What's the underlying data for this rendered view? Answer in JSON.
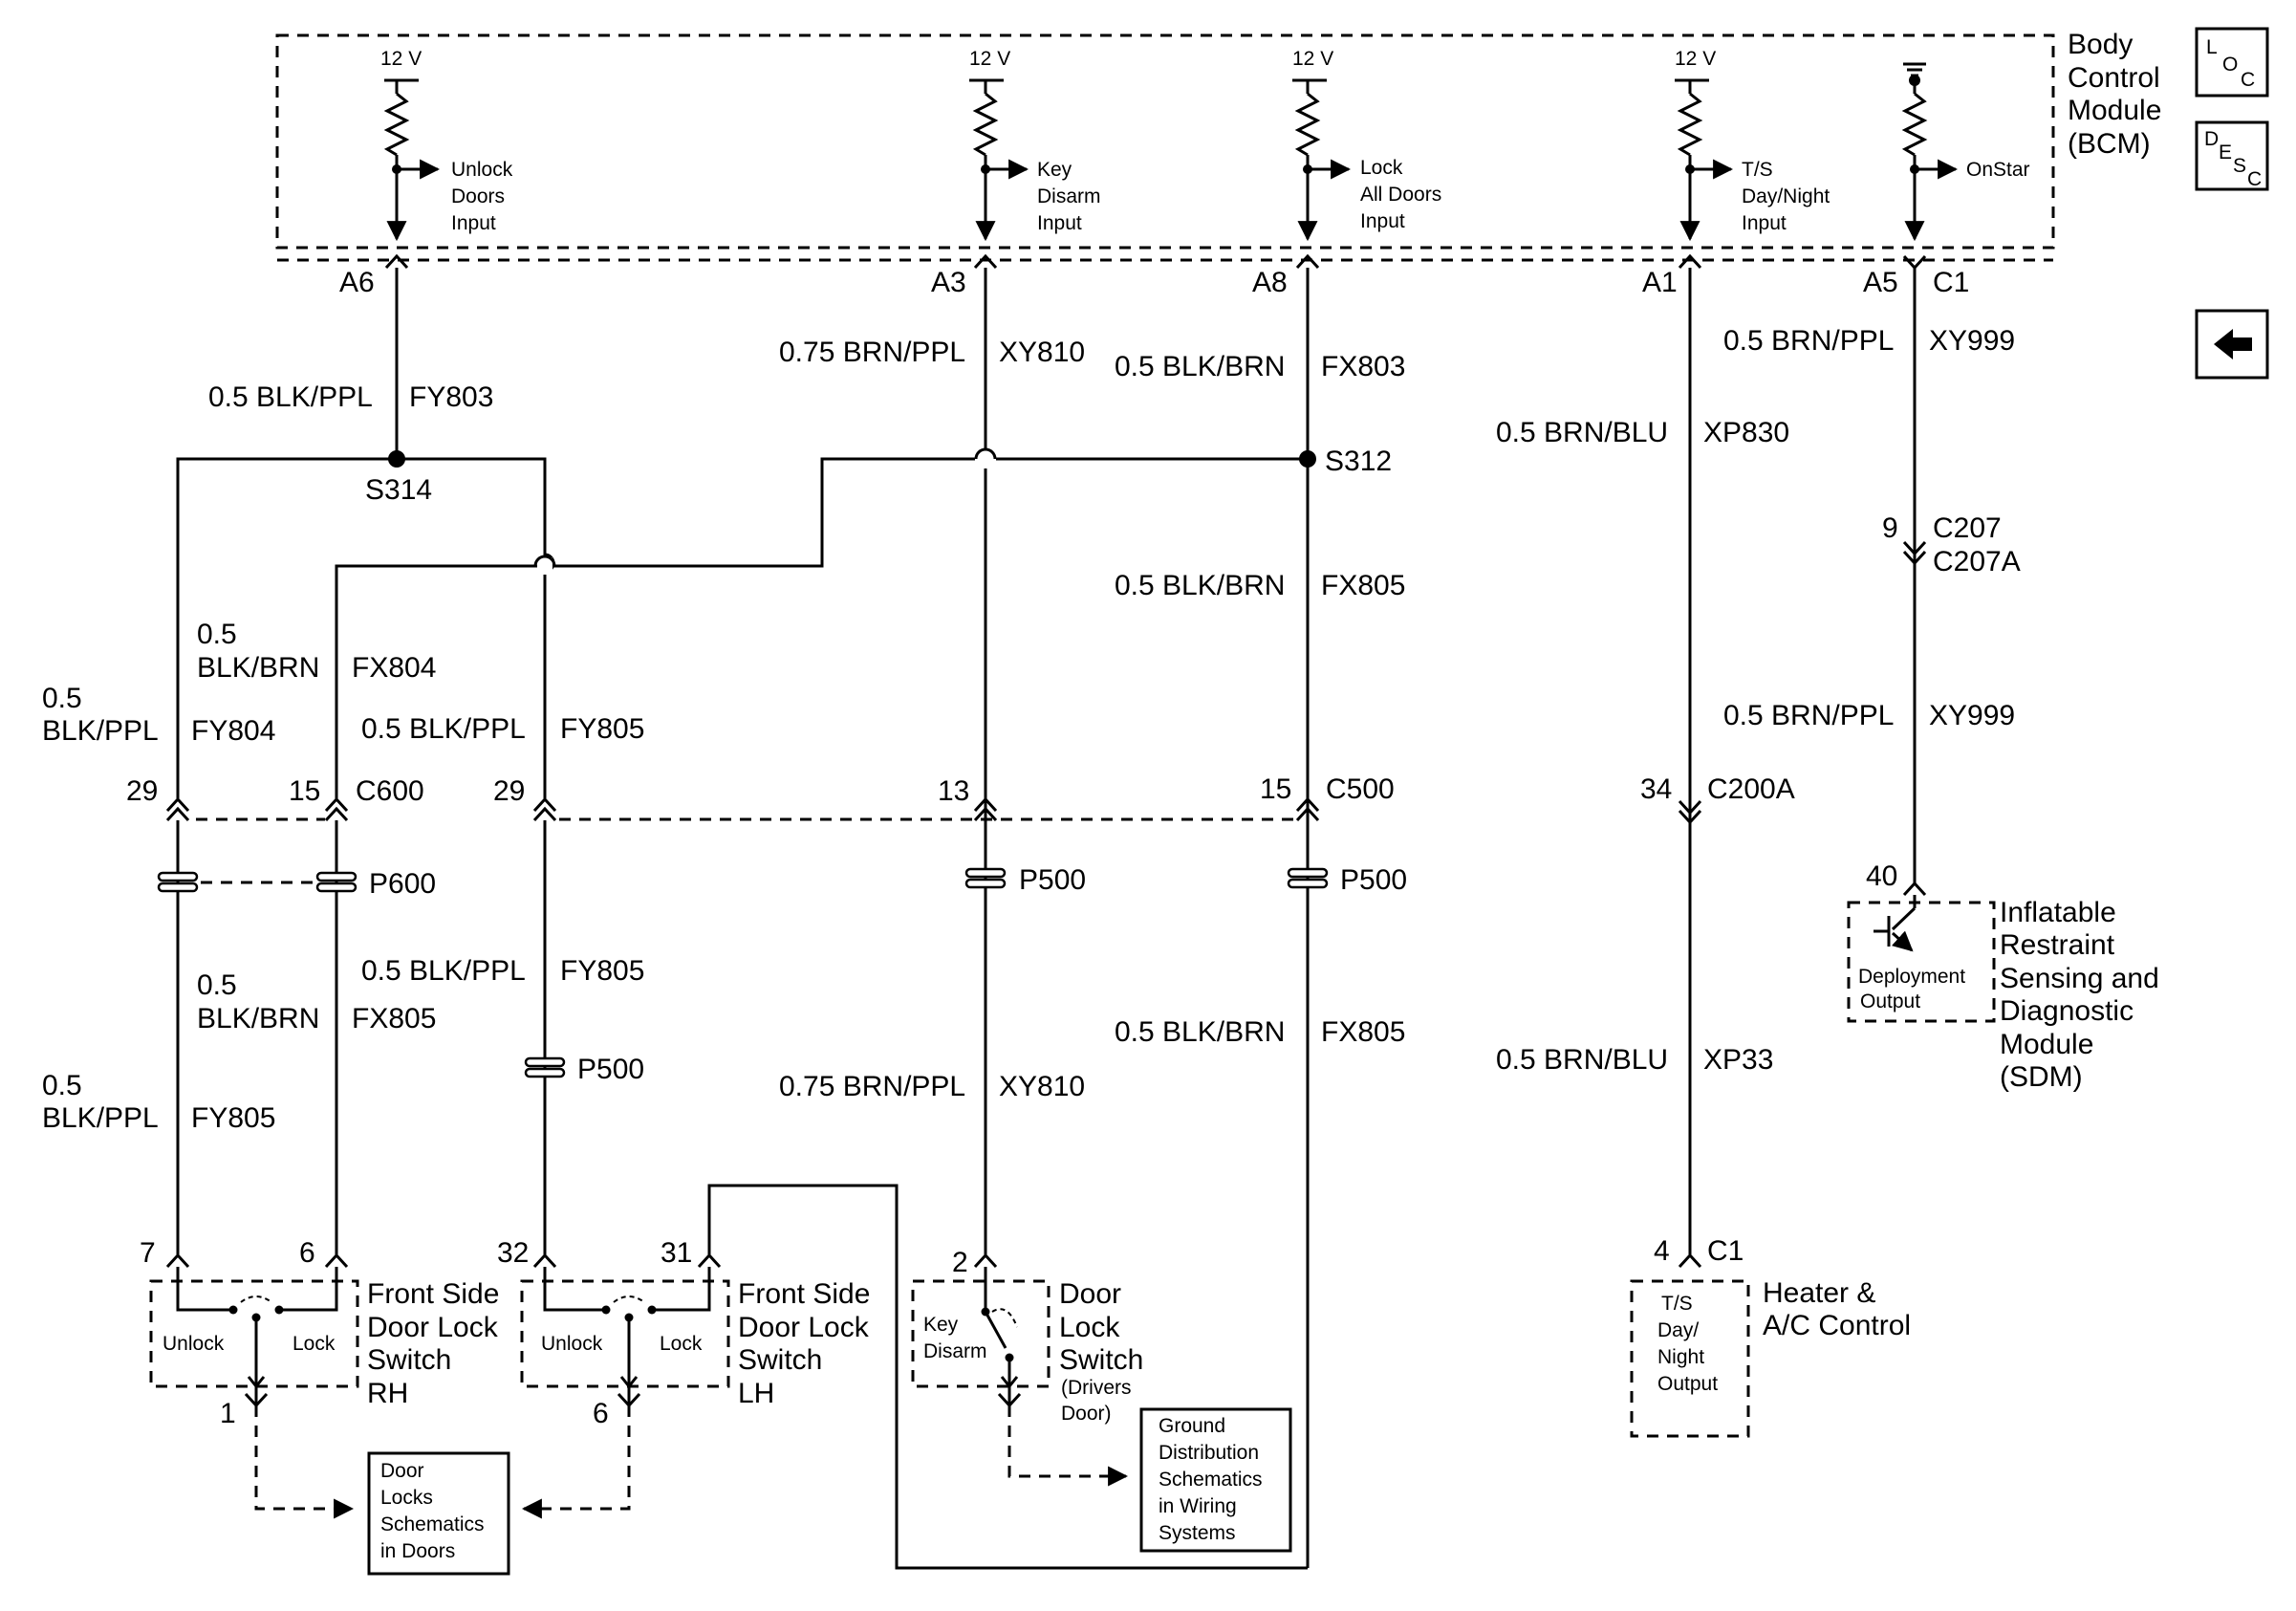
{
  "bcm": {
    "title": [
      "Body",
      "Control",
      "Module",
      "(BCM)"
    ],
    "supplies": [
      "12 V",
      "12 V",
      "12 V",
      "12 V"
    ],
    "inputs": [
      [
        "Unlock",
        "Doors",
        "Input"
      ],
      [
        "Key",
        "Disarm",
        "Input"
      ],
      [
        "Lock",
        "All Doors",
        "Input"
      ],
      [
        "T/S",
        "Day/Night",
        "Input"
      ],
      [
        "OnStar"
      ]
    ],
    "pins": [
      "A6",
      "A3",
      "A8",
      "A1",
      "A5",
      "C1"
    ]
  },
  "nav": {
    "loc": [
      "L",
      "O",
      "C"
    ],
    "desc": [
      "D",
      "E",
      "S",
      "C"
    ],
    "back_icon": "left-arrow-icon"
  },
  "wires": {
    "fy803": [
      "0.5 BLK/PPL",
      "FY803"
    ],
    "xy810_top": [
      "0.75 BRN/PPL",
      "XY810"
    ],
    "fx803": [
      "0.5 BLK/BRN",
      "FX803"
    ],
    "xp830": [
      "0.5 BRN/BLU",
      "XP830"
    ],
    "xy999_top": [
      "0.5 BRN/PPL",
      "XY999"
    ],
    "fx805_right": [
      "0.5 BLK/BRN",
      "FX805"
    ],
    "fx804": [
      "0.5",
      "BLK/BRN",
      "FX804"
    ],
    "fy804": [
      "0.5",
      "BLK/PPL",
      "FY804"
    ],
    "fy805_mid": [
      "0.5 BLK/PPL",
      "FY805"
    ],
    "xy999_bot": [
      "0.5 BRN/PPL",
      "XY999"
    ],
    "fx805_left": [
      "0.5",
      "BLK/BRN",
      "FX805"
    ],
    "fy805_mid2": [
      "0.5 BLK/PPL",
      "FY805"
    ],
    "fy805_left": [
      "0.5",
      "BLK/PPL",
      "FY805"
    ],
    "fx805_bottom": [
      "0.5 BLK/BRN",
      "FX805"
    ],
    "xp33": [
      "0.5 BRN/BLU",
      "XP33"
    ],
    "xy810_bot": [
      "0.75 BRN/PPL",
      "XY810"
    ]
  },
  "splices": [
    "S314",
    "S312"
  ],
  "connectors": {
    "c600": [
      "29",
      "15",
      "C600"
    ],
    "c500": [
      "29",
      "13",
      "15",
      "C500"
    ],
    "c200a": [
      "34",
      "C200A"
    ],
    "c207": [
      "9",
      "C207",
      "C207A"
    ],
    "sdm_pin": "40",
    "p600": "P600",
    "p500": [
      "P500",
      "P500",
      "P500"
    ],
    "rh_pins": [
      "7",
      "6",
      "1"
    ],
    "lh_pins": [
      "32",
      "31",
      "6"
    ],
    "key_pins": [
      "2"
    ],
    "hvac_pins": [
      "4",
      "C1"
    ]
  },
  "components": {
    "switch_rh": {
      "label": [
        "Front Side",
        "Door Lock",
        "Switch",
        "RH"
      ],
      "unlock": "Unlock",
      "lock": "Lock"
    },
    "switch_lh": {
      "label": [
        "Front Side",
        "Door Lock",
        "Switch",
        "LH"
      ],
      "unlock": "Unlock",
      "lock": "Lock"
    },
    "key_switch": {
      "label": [
        "Door",
        "Lock",
        "Switch"
      ],
      "sub": [
        "(Drivers",
        "Door)"
      ],
      "inner": [
        "Key",
        "Disarm"
      ]
    },
    "sdm": {
      "label": [
        "Inflatable",
        "Restraint",
        "Sensing and",
        "Diagnostic",
        "Module",
        "(SDM)"
      ],
      "inner": [
        "Deployment",
        "Output"
      ]
    },
    "hvac": {
      "label": [
        "Heater &",
        "A/C Control"
      ],
      "inner": [
        "T/S",
        "Day/",
        "Night",
        "Output"
      ]
    }
  },
  "references": {
    "door_locks": [
      "Door",
      "Locks",
      "Schematics",
      "in Doors"
    ],
    "ground": [
      "Ground",
      "Distribution",
      "Schematics",
      "in Wiring",
      "Systems"
    ]
  }
}
